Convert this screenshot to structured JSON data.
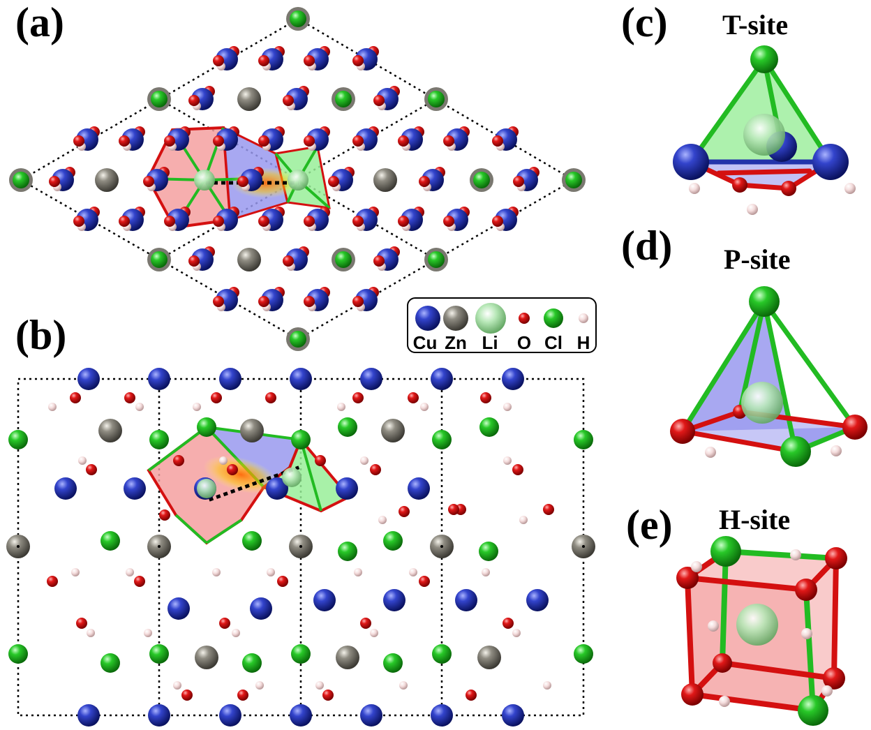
{
  "panels": {
    "a": {
      "label": "(a)"
    },
    "b": {
      "label": "(b)"
    },
    "c": {
      "label": "(c)",
      "title": "T-site"
    },
    "d": {
      "label": "(d)",
      "title": "P-site"
    },
    "e": {
      "label": "(e)",
      "title": "H-site"
    }
  },
  "legend": {
    "items": [
      {
        "label": "Cu",
        "color": "#2233aa"
      },
      {
        "label": "Zn",
        "color": "#7a7870"
      },
      {
        "label": "Li",
        "color": "#8fd88f"
      },
      {
        "label": "O",
        "color": "#dd1111"
      },
      {
        "label": "Cl",
        "color": "#22bb22"
      },
      {
        "label": "H",
        "color": "#f0d8d8"
      }
    ]
  },
  "colors": {
    "cu": "#2233aa",
    "zn": "#7a7870",
    "li": "#8fd88f",
    "o": "#dd1111",
    "cl": "#22bb22",
    "h": "#f2dede",
    "face_red": "#f4a0a0",
    "face_blue": "#9999ee",
    "face_green": "#99ee99"
  }
}
